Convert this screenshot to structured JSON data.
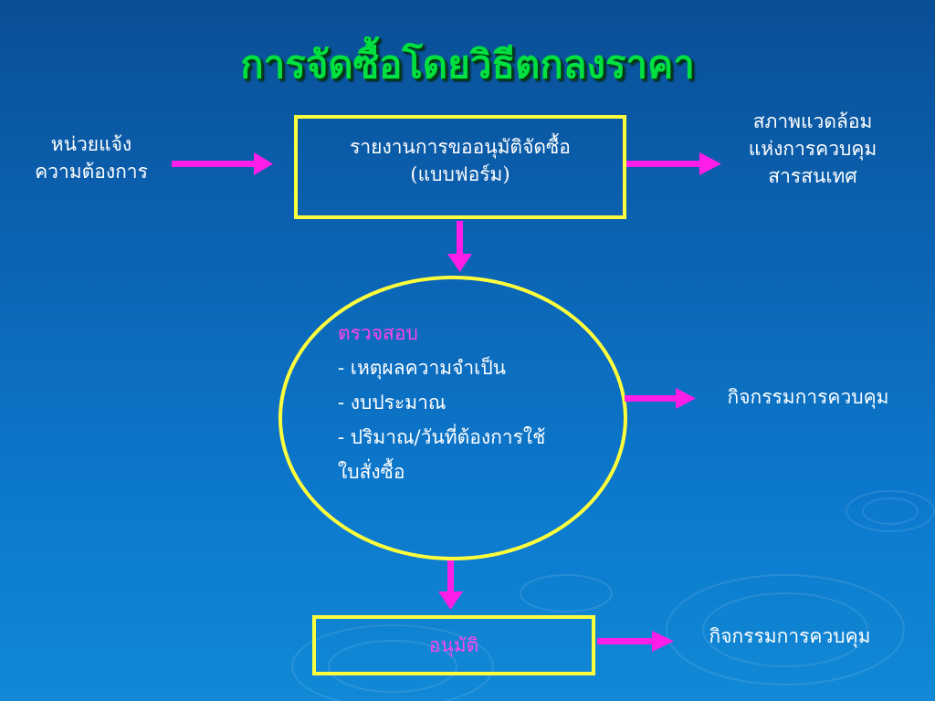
{
  "slide": {
    "title": "การจัดซื้อโดยวิธีตกลงราคา",
    "requester": {
      "line1": "หน่วยแจ้ง",
      "line2": "ความต้องการ"
    },
    "report_box": {
      "line1": "รายงานการขออนุมัติจัดซื้อ",
      "line2": "(แบบฟอร์ม)"
    },
    "control_env": {
      "line1": "สภาพแวดล้อม",
      "line2": "แห่งการควบคุม",
      "line3": "สารสนเทศ"
    },
    "check": {
      "heading": "ตรวจสอบ",
      "item1": "-  เหตุผลความจำเป็น",
      "item2": "-  งบประมาณ",
      "item3": "-  ปริมาณ/วันที่ต้องการใช้",
      "item4": "ใบสั่งซื้อ"
    },
    "control_activity_1": "กิจกรรมการควบคุม",
    "approve": "อนุมัติ",
    "control_activity_2": "กิจกรรมการควบคุม"
  },
  "colors": {
    "title": "#00e040",
    "box_border": "#ffff3c",
    "arrow": "#ff1ee8",
    "highlight_text": "#ff44ee",
    "background": "#0b63b3"
  }
}
